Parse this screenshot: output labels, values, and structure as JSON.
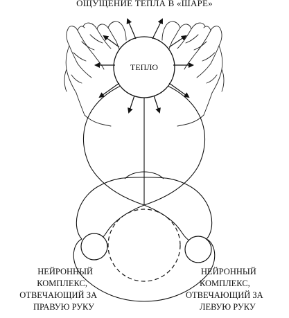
{
  "title": "ОЩУЩЕНИЕ ТЕПЛА В «ШАРЕ»",
  "center_label": "ТЕПЛО",
  "left_label": {
    "lines": [
      "НЕЙРОННЫЙ",
      "КОМПЛЕКС,",
      "ОТВЕЧАЮЩИЙ ЗА",
      "ПРАВУЮ РУКУ"
    ]
  },
  "right_label": {
    "lines": [
      "НЕЙРОННЫЙ",
      "КОМПЛЕКС,",
      "ОТВЕЧАЮЩИЙ ЗА",
      "ЛЕВУЮ РУКУ"
    ]
  },
  "colors": {
    "stroke": "#111111",
    "background": "#ffffff"
  },
  "icons": [
    "left-hand-icon",
    "right-hand-icon",
    "head-outline-icon"
  ]
}
